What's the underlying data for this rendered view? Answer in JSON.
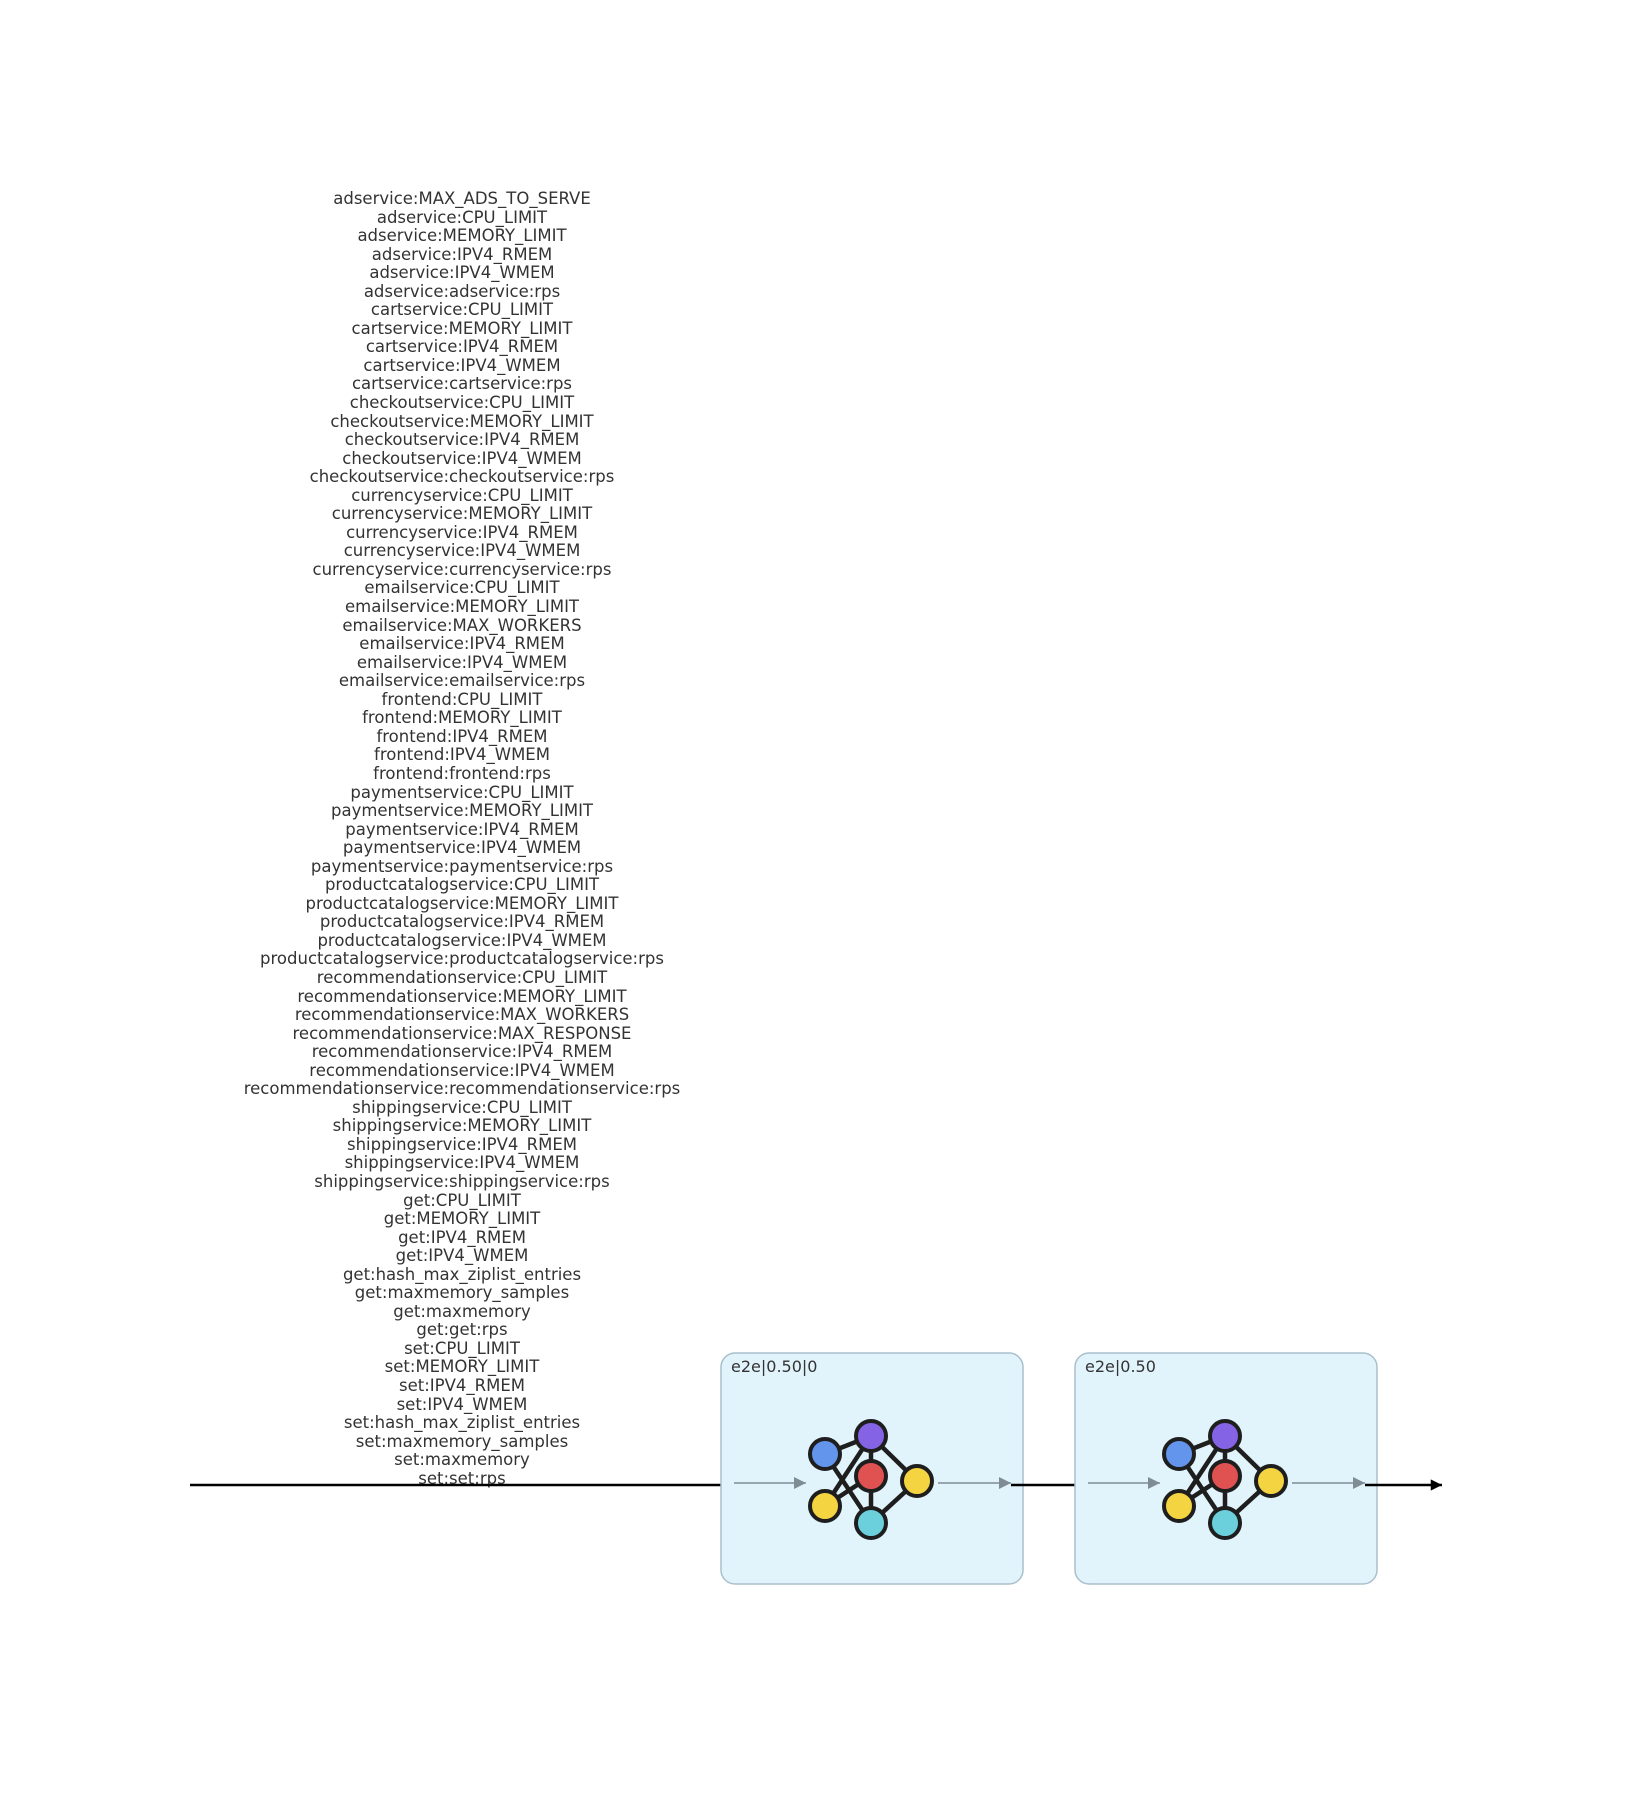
{
  "inputs": [
    "adservice:MAX_ADS_TO_SERVE",
    "adservice:CPU_LIMIT",
    "adservice:MEMORY_LIMIT",
    "adservice:IPV4_RMEM",
    "adservice:IPV4_WMEM",
    "adservice:adservice:rps",
    "cartservice:CPU_LIMIT",
    "cartservice:MEMORY_LIMIT",
    "cartservice:IPV4_RMEM",
    "cartservice:IPV4_WMEM",
    "cartservice:cartservice:rps",
    "checkoutservice:CPU_LIMIT",
    "checkoutservice:MEMORY_LIMIT",
    "checkoutservice:IPV4_RMEM",
    "checkoutservice:IPV4_WMEM",
    "checkoutservice:checkoutservice:rps",
    "currencyservice:CPU_LIMIT",
    "currencyservice:MEMORY_LIMIT",
    "currencyservice:IPV4_RMEM",
    "currencyservice:IPV4_WMEM",
    "currencyservice:currencyservice:rps",
    "emailservice:CPU_LIMIT",
    "emailservice:MEMORY_LIMIT",
    "emailservice:MAX_WORKERS",
    "emailservice:IPV4_RMEM",
    "emailservice:IPV4_WMEM",
    "emailservice:emailservice:rps",
    "frontend:CPU_LIMIT",
    "frontend:MEMORY_LIMIT",
    "frontend:IPV4_RMEM",
    "frontend:IPV4_WMEM",
    "frontend:frontend:rps",
    "paymentservice:CPU_LIMIT",
    "paymentservice:MEMORY_LIMIT",
    "paymentservice:IPV4_RMEM",
    "paymentservice:IPV4_WMEM",
    "paymentservice:paymentservice:rps",
    "productcatalogservice:CPU_LIMIT",
    "productcatalogservice:MEMORY_LIMIT",
    "productcatalogservice:IPV4_RMEM",
    "productcatalogservice:IPV4_WMEM",
    "productcatalogservice:productcatalogservice:rps",
    "recommendationservice:CPU_LIMIT",
    "recommendationservice:MEMORY_LIMIT",
    "recommendationservice:MAX_WORKERS",
    "recommendationservice:MAX_RESPONSE",
    "recommendationservice:IPV4_RMEM",
    "recommendationservice:IPV4_WMEM",
    "recommendationservice:recommendationservice:rps",
    "shippingservice:CPU_LIMIT",
    "shippingservice:MEMORY_LIMIT",
    "shippingservice:IPV4_RMEM",
    "shippingservice:IPV4_WMEM",
    "shippingservice:shippingservice:rps",
    "get:CPU_LIMIT",
    "get:MEMORY_LIMIT",
    "get:IPV4_RMEM",
    "get:IPV4_WMEM",
    "get:hash_max_ziplist_entries",
    "get:maxmemory_samples",
    "get:maxmemory",
    "get:get:rps",
    "set:CPU_LIMIT",
    "set:MEMORY_LIMIT",
    "set:IPV4_RMEM",
    "set:IPV4_WMEM",
    "set:hash_max_ziplist_entries",
    "set:maxmemory_samples",
    "set:maxmemory",
    "set:set:rps"
  ],
  "models": [
    {
      "title": "e2e|0.50|0",
      "icon": "neural-network-icon"
    },
    {
      "title": "e2e|0.50",
      "icon": "neural-network-icon"
    }
  ],
  "colors": {
    "box_fill": "#e1f3fb",
    "box_stroke": "#a9bfcc",
    "arrow": "#000000",
    "inner_arrow": "#7f8c94",
    "node_outline": "#1e1e1e",
    "node_blue": "#6495ed",
    "node_purple": "#8464e4",
    "node_red": "#e05252",
    "node_yellow": "#f5d442",
    "node_cyan": "#6ccfdc"
  }
}
